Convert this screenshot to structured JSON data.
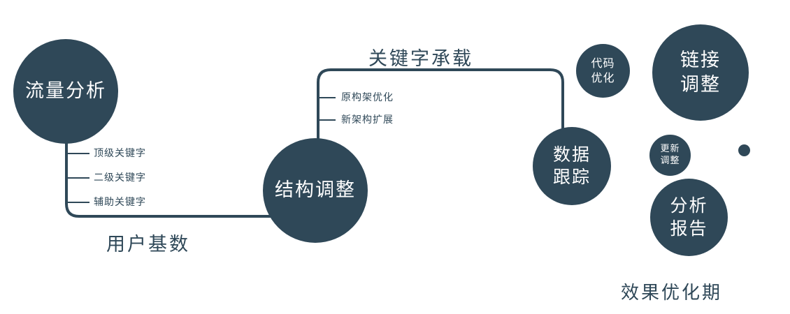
{
  "colors": {
    "primary": "#2f4858",
    "background": "#ffffff",
    "node_text": "#ffffff"
  },
  "nodes": {
    "traffic_analysis": {
      "label": "流量分析"
    },
    "structure_adjust": {
      "label": "结构调整"
    },
    "data_tracking": {
      "line1": "数据",
      "line2": "跟踪"
    },
    "code_optimization": {
      "line1": "代码",
      "line2": "优化"
    },
    "link_adjustment": {
      "line1": "链接",
      "line2": "调整"
    },
    "update_adjustment": {
      "line1": "更新",
      "line2": "调整"
    },
    "analysis_report": {
      "line1": "分析",
      "line2": "报告"
    }
  },
  "edge_labels": {
    "keyword_carrying": "关键字承载",
    "user_base": "用户基数"
  },
  "branch_labels": {
    "traffic": [
      "顶级关键字",
      "二级关键字",
      "辅助关键字"
    ],
    "structure": [
      "原构架优化",
      "新架构扩展"
    ]
  },
  "caption": "效果优化期"
}
